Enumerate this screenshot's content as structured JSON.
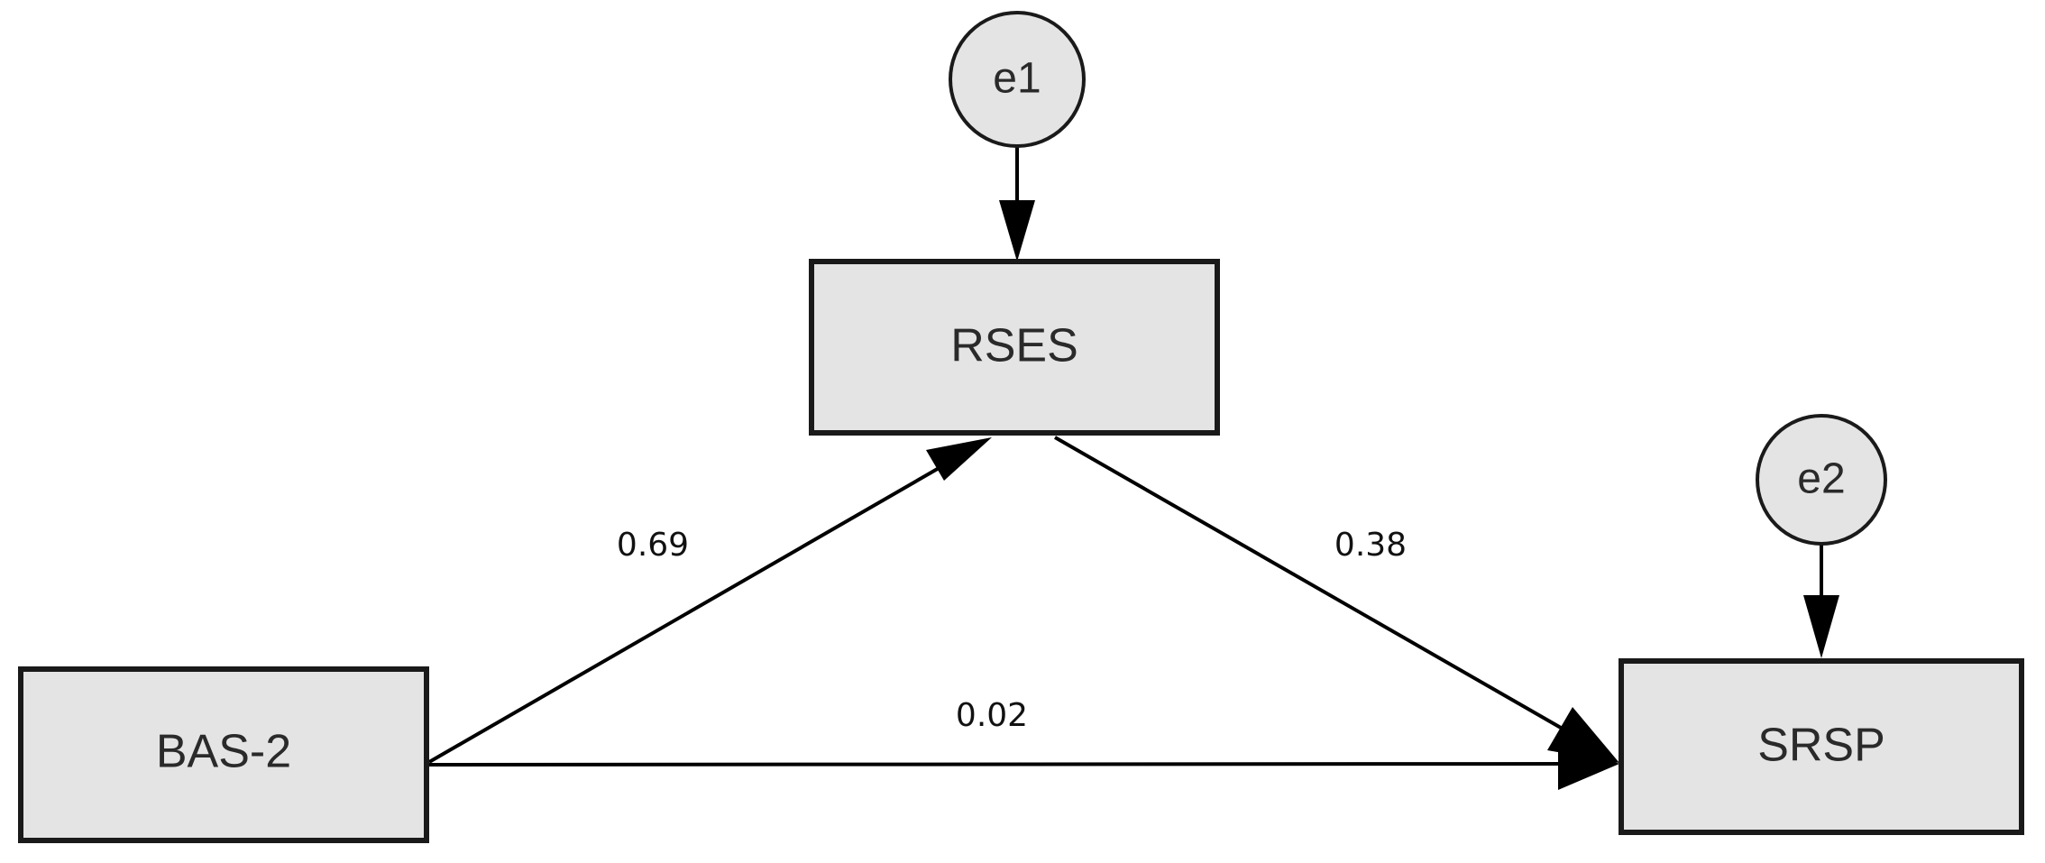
{
  "nodes": {
    "bas2": {
      "label": "BAS-2"
    },
    "rses": {
      "label": "RSES"
    },
    "srsp": {
      "label": "SRSP"
    },
    "e1": {
      "label": "e1"
    },
    "e2": {
      "label": "e2"
    }
  },
  "paths": {
    "bas2_to_rses": {
      "coefficient": "0.69"
    },
    "rses_to_srsp": {
      "coefficient": "0.38"
    },
    "bas2_to_srsp": {
      "coefficient": "0.02"
    }
  },
  "colors": {
    "node_fill": "#e4e4e4",
    "stroke": "#1a1a1a",
    "text": "#2a2a2a"
  }
}
